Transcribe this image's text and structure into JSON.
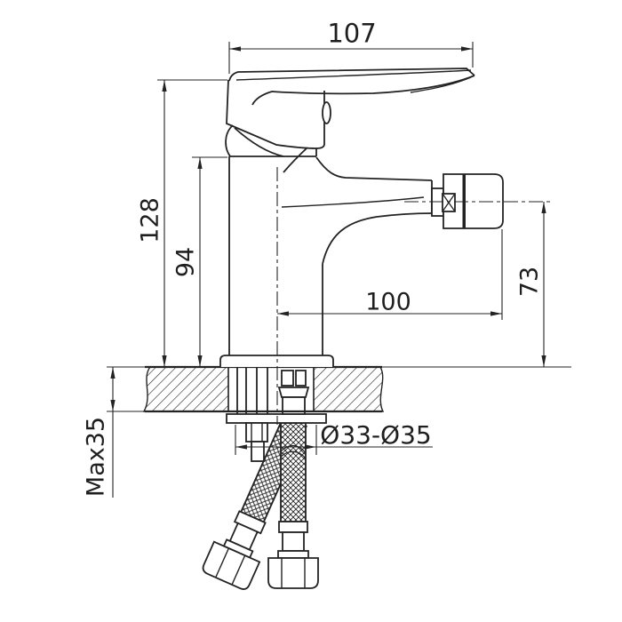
{
  "drawing": {
    "labels": {
      "handle_length": "107",
      "overall_height": "128",
      "body_height": "94",
      "spout_reach": "100",
      "spout_height": "73",
      "max_mounting_thickness": "Max35",
      "mounting_hole_diameter": "Ø33-Ø35"
    },
    "colors": {
      "line": "#232323",
      "background": "#ffffff"
    }
  }
}
